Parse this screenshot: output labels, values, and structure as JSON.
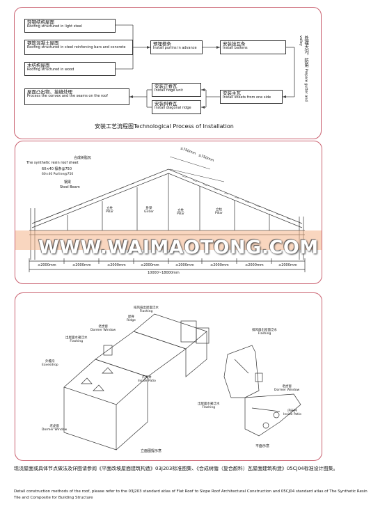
{
  "flow": {
    "caption": "安装工艺流程图Technological Process of Installation",
    "boxes": [
      {
        "zh": "轻钢结构屋面",
        "en": "Roofing structured in light steel"
      },
      {
        "zh": "钢筋混凝土屋面",
        "en": "Roofing structured in steel reinforcing bars and concrete"
      },
      {
        "zh": "木结构屋面",
        "en": "Roofing structured in wood"
      },
      {
        "zh": "预埋檩条",
        "en": "Install purlins in advance"
      },
      {
        "zh": "安装挂瓦条",
        "en": "Install battens"
      },
      {
        "zh": "安装正脊瓦",
        "en": "Install ridge unit"
      },
      {
        "zh": "安装斜脊瓦",
        "en": "Install diagonal ridge"
      },
      {
        "zh": "安装主瓦",
        "en": "Install sheets from one side"
      },
      {
        "zh": "屋面凸出物、接缝处理",
        "en": "Process the convex and the seams on the roof"
      }
    ],
    "side": {
      "zh": "处理天沟，防角",
      "en": "Prepare gutter and valley"
    }
  },
  "section": {
    "labels": {
      "synthetic_zh": "合成树脂瓦",
      "synthetic_en": "The synthetic resin roof sheet",
      "purlin1": "60×40 檩条@750",
      "purlin2": "60×40 Purline@750",
      "beam_zh": "钢梁",
      "beam_en": "Steel Beam",
      "pillar_zh": "立柱",
      "pillar_en": "Pillar",
      "girder_zh": "卧梁",
      "girder_en": "Girder",
      "top_dim1": "≤750mm",
      "top_dim2": "≤750mm"
    },
    "spans": [
      "≤2000mm",
      "≤2000mm",
      "≤2000mm",
      "≤2000mm",
      "≤2000mm",
      "≤2000mm",
      "≤2000mm",
      "≤2000mm"
    ],
    "total": "10000~18000mm"
  },
  "watermark": "WWW.WAIMAOTONG.COM",
  "iso": {
    "labels": {
      "flash_a_zh": "排风扇出屋面泛水",
      "flash_a_en": "Flashing",
      "ridge_zh": "屋脊",
      "ridge_en": "Ridge",
      "dormer_zh": "老虎窗",
      "dormer_en": "Dormer Window",
      "flash_b_zh": "出屋面水箱泛水",
      "flash_b_en": "Flashing",
      "eaves_zh": "外檐沟",
      "eaves_en": "Eavesdrop",
      "patio_zh": "内天井",
      "patio_en": "Inside Patio",
      "dormer2_zh": "老虎窗",
      "dormer2_en": "Dormer Window"
    },
    "caption": "立面图提示意",
    "plan": {
      "flash_a_zh": "排风扇出屋面泛水",
      "flash_a_en": "Flashing",
      "dormer_zh": "老虎窗",
      "dormer_en": "Dormer Window",
      "flash_b_zh": "出屋面水箱泛水",
      "flash_b_en": "Flashing",
      "patio_zh": "内天井",
      "patio_en": "Inside Patio",
      "caption": "平面示意"
    }
  },
  "footer": {
    "zh": "现浇屋面或具体节点做法及详图请参阅《平面改坡屋面建筑构造》03J203标准图集、《合成树脂（复合颜料）瓦屋面建筑构造》05CJ04标准设计图集。",
    "en": "Detail construction methods of the roof, please refer to the 03J203 standard atlas of Flat Roof to Slope Roof Architectural Construction and 05CJ04 standard atlas of The Synthetic Resin Tile and Composite for Building Structure"
  }
}
